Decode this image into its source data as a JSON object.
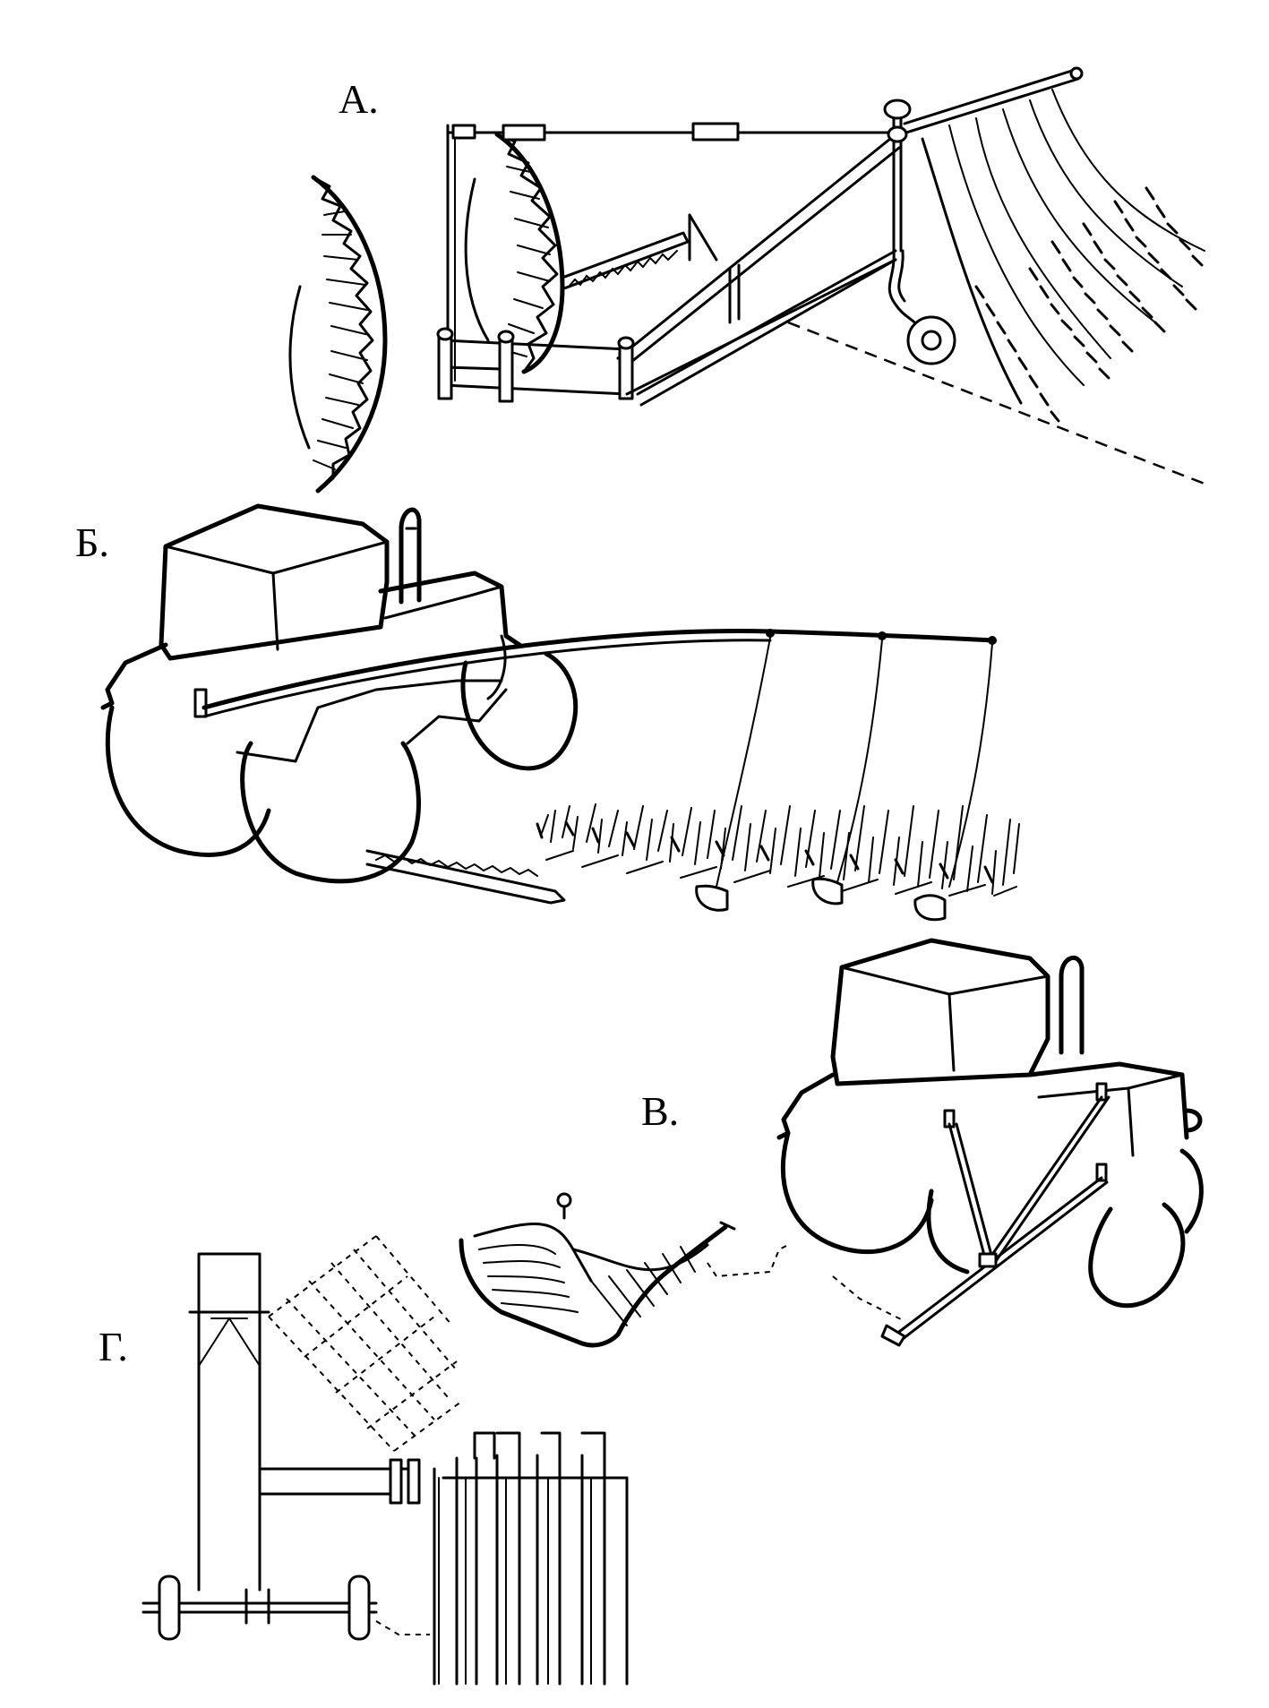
{
  "labels": {
    "a": "А.",
    "b": "Б.",
    "v": "В.",
    "g": "Г."
  },
  "colors": {
    "ink": "#000000",
    "paper": "#ffffff"
  }
}
